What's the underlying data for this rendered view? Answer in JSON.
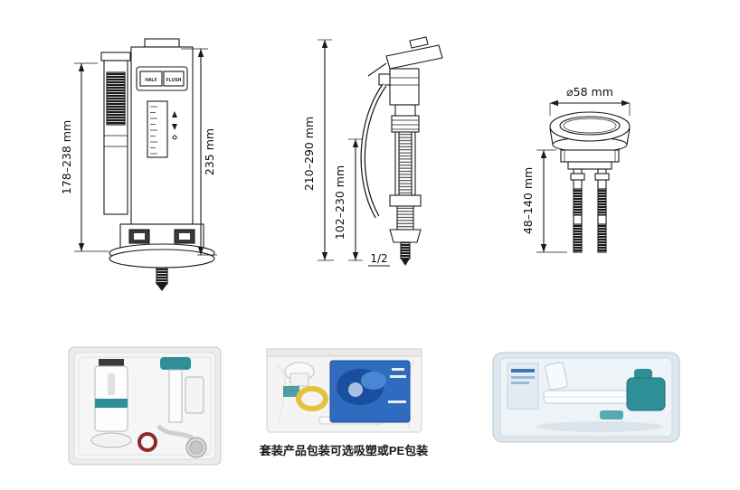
{
  "drawings": {
    "flush_valve": {
      "dim_height_range": "178–238 mm",
      "dim_body_height": "235 mm",
      "button_half": "HALF",
      "button_flush": "FLUSH"
    },
    "fill_valve": {
      "dim_height_range": "210–290 mm",
      "dim_adjust_range": "102–230 mm",
      "thread_size": "1/2"
    },
    "push_button": {
      "dim_diameter": "⌀58 mm",
      "dim_height_range": "48–140 mm"
    }
  },
  "caption": "套装产品包装可选吸塑或PE包装",
  "colors": {
    "line": "#1a1a1a",
    "teal": "#2e8f96",
    "bag_blue": "#2f6bbf",
    "bag_blue_dark": "#1a4fa0",
    "ring_yellow": "#e3c23c",
    "ring_red": "#8c2a2a"
  }
}
